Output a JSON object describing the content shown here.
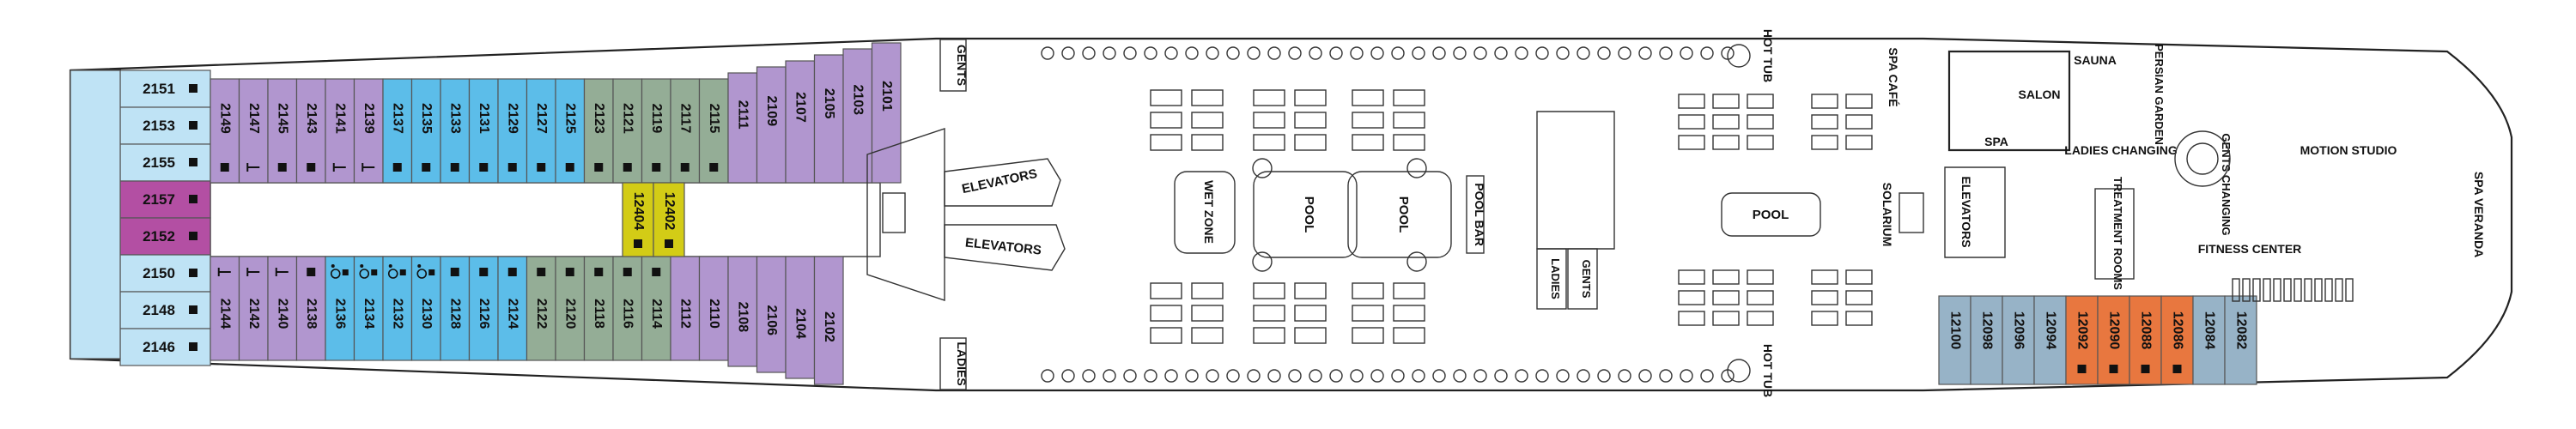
{
  "colors": {
    "light_blue": "#bfe3f5",
    "purple": "#b196cf",
    "magenta": "#b34fa3",
    "sky_blue": "#5cbde9",
    "sage": "#94ad96",
    "yellow": "#d3cc16",
    "slate": "#97b3c7",
    "orange": "#e8773f"
  },
  "forward_cabins": {
    "port_outer": [
      {
        "number": "2151",
        "icon": "square-icon"
      },
      {
        "number": "2153",
        "icon": "square-icon"
      },
      {
        "number": "2155",
        "icon": "square-icon"
      },
      {
        "number": "2157",
        "icon": "square-icon"
      }
    ],
    "starboard_outer": [
      {
        "number": "2152",
        "icon": "square-icon"
      },
      {
        "number": "2150",
        "icon": "square-icon"
      },
      {
        "number": "2148",
        "icon": "square-icon"
      },
      {
        "number": "2146",
        "icon": "square-icon"
      }
    ]
  },
  "top_row": [
    {
      "number": "2149",
      "icon": "square-icon",
      "color": "purple"
    },
    {
      "number": "2147",
      "icon": "connecting-icon",
      "color": "purple"
    },
    {
      "number": "2145",
      "icon": "square-icon",
      "color": "purple"
    },
    {
      "number": "2143",
      "icon": "square-icon",
      "color": "purple"
    },
    {
      "number": "2141",
      "icon": "connecting-icon",
      "color": "purple"
    },
    {
      "number": "2139",
      "icon": "connecting-icon",
      "color": "purple"
    },
    {
      "number": "2137",
      "icon": "square-icon",
      "color": "sky_blue"
    },
    {
      "number": "2135",
      "icon": "square-icon",
      "color": "sky_blue"
    },
    {
      "number": "2133",
      "icon": "square-icon",
      "color": "sky_blue"
    },
    {
      "number": "2131",
      "icon": "square-icon",
      "color": "sky_blue"
    },
    {
      "number": "2129",
      "icon": "square-icon",
      "color": "sky_blue"
    },
    {
      "number": "2127",
      "icon": "square-icon",
      "color": "sky_blue"
    },
    {
      "number": "2125",
      "icon": "square-icon",
      "color": "sky_blue"
    },
    {
      "number": "2123",
      "icon": "square-icon",
      "color": "sage"
    },
    {
      "number": "2121",
      "icon": "square-icon",
      "color": "sage"
    },
    {
      "number": "2119",
      "icon": "square-icon",
      "color": "sage"
    },
    {
      "number": "2117",
      "icon": "square-icon",
      "color": "sage"
    },
    {
      "number": "2115",
      "icon": "square-icon",
      "color": "sage"
    },
    {
      "number": "2111",
      "icon": "",
      "color": "purple"
    },
    {
      "number": "2109",
      "icon": "",
      "color": "purple"
    },
    {
      "number": "2107",
      "icon": "",
      "color": "purple"
    },
    {
      "number": "2105",
      "icon": "",
      "color": "purple"
    },
    {
      "number": "2103",
      "icon": "",
      "color": "purple"
    },
    {
      "number": "2101",
      "icon": "",
      "color": "purple"
    }
  ],
  "bottom_row": [
    {
      "number": "2144",
      "icon": "connecting-icon",
      "color": "purple"
    },
    {
      "number": "2142",
      "icon": "connecting-icon",
      "color": "purple"
    },
    {
      "number": "2140",
      "icon": "connecting-icon",
      "color": "purple"
    },
    {
      "number": "2138",
      "icon": "square-icon",
      "color": "purple"
    },
    {
      "number": "2136",
      "icon": "wheelchair-icon",
      "color": "sky_blue"
    },
    {
      "number": "2134",
      "icon": "wheelchair-icon",
      "color": "sky_blue"
    },
    {
      "number": "2132",
      "icon": "wheelchair-icon",
      "color": "sky_blue"
    },
    {
      "number": "2130",
      "icon": "wheelchair-icon",
      "color": "sky_blue"
    },
    {
      "number": "2128",
      "icon": "square-icon",
      "color": "sky_blue"
    },
    {
      "number": "2126",
      "icon": "square-icon",
      "color": "sky_blue"
    },
    {
      "number": "2124",
      "icon": "square-icon",
      "color": "sky_blue"
    },
    {
      "number": "2122",
      "icon": "square-icon",
      "color": "sage"
    },
    {
      "number": "2120",
      "icon": "square-icon",
      "color": "sage"
    },
    {
      "number": "2118",
      "icon": "square-icon",
      "color": "sage"
    },
    {
      "number": "2116",
      "icon": "square-icon",
      "color": "sage"
    },
    {
      "number": "2114",
      "icon": "square-icon",
      "color": "sage"
    },
    {
      "number": "2112",
      "icon": "",
      "color": "purple"
    },
    {
      "number": "2110",
      "icon": "",
      "color": "purple"
    },
    {
      "number": "2108",
      "icon": "",
      "color": "purple"
    },
    {
      "number": "2106",
      "icon": "",
      "color": "purple"
    },
    {
      "number": "2104",
      "icon": "",
      "color": "purple"
    },
    {
      "number": "2102",
      "icon": "",
      "color": "purple"
    }
  ],
  "center_cabins": [
    {
      "number": "12404",
      "icon": "square-icon"
    },
    {
      "number": "12402",
      "icon": "square-icon"
    }
  ],
  "aft_cabins": [
    {
      "number": "12100",
      "color": "slate",
      "icon": ""
    },
    {
      "number": "12098",
      "color": "slate",
      "icon": ""
    },
    {
      "number": "12096",
      "color": "slate",
      "icon": ""
    },
    {
      "number": "12094",
      "color": "slate",
      "icon": ""
    },
    {
      "number": "12092",
      "color": "orange",
      "icon": "square-icon"
    },
    {
      "number": "12090",
      "color": "orange",
      "icon": "square-icon"
    },
    {
      "number": "12088",
      "color": "orange",
      "icon": "square-icon"
    },
    {
      "number": "12086",
      "color": "orange",
      "icon": "square-icon"
    },
    {
      "number": "12084",
      "color": "slate",
      "icon": ""
    },
    {
      "number": "12082",
      "color": "slate",
      "icon": ""
    }
  ],
  "labels": {
    "gents_fwd": "GENTS",
    "ladies_fwd": "LADIES",
    "elevators_top": "ELEVATORS",
    "elevators_bottom": "ELEVATORS",
    "wet_zone": "WET ZONE",
    "pool_1": "POOL",
    "pool_2": "POOL",
    "pool_bar": "POOL BAR",
    "hot_tub_top": "HOT TUB",
    "hot_tub_bottom": "HOT TUB",
    "ladies_mid": "LADIES",
    "gents_mid": "GENTS",
    "pool_3": "POOL",
    "spa_cafe": "SPA CAFÉ",
    "solarium": "SOLARIUM",
    "spa": "SPA",
    "sauna": "SAUNA",
    "salon": "SALON",
    "persian_garden": "PERSIAN GARDEN",
    "gents_changing": "GENTS CHANGING",
    "ladies_changing": "LADIES CHANGING",
    "motion_studio": "MOTION STUDIO",
    "elevators_aft": "ELEVATORS",
    "treatment_rooms": "TREATMENT ROOMS",
    "fitness_center": "FITNESS CENTER",
    "spa_veranda": "SPA VERANDA"
  }
}
